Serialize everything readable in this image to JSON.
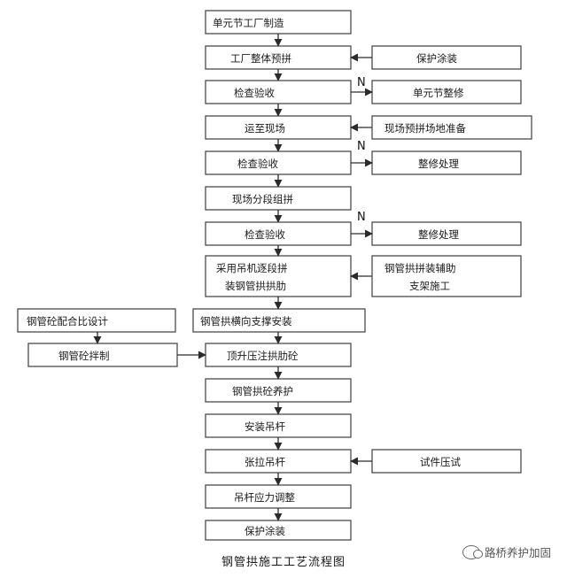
{
  "diagram": {
    "nodes": [
      {
        "id": "n1",
        "lines": [
          "单元节工厂制造"
        ]
      },
      {
        "id": "n2",
        "lines": [
          "工厂整体预拼"
        ]
      },
      {
        "id": "n3",
        "lines": [
          "检查验收"
        ]
      },
      {
        "id": "n4",
        "lines": [
          "运至现场"
        ]
      },
      {
        "id": "n5",
        "lines": [
          "检查验收"
        ]
      },
      {
        "id": "n6",
        "lines": [
          "现场分段组拼"
        ]
      },
      {
        "id": "n7",
        "lines": [
          "检查验收"
        ]
      },
      {
        "id": "n8",
        "lines": [
          "采用吊机逐段拼",
          "装钢管拱拱肋"
        ]
      },
      {
        "id": "n9",
        "lines": [
          "钢管拱横向支撑安装"
        ]
      },
      {
        "id": "n10",
        "lines": [
          "顶升压注拱肋砼"
        ]
      },
      {
        "id": "n11",
        "lines": [
          "钢管拱砼养护"
        ]
      },
      {
        "id": "n12",
        "lines": [
          "安装吊杆"
        ]
      },
      {
        "id": "n13",
        "lines": [
          "张拉吊杆"
        ]
      },
      {
        "id": "n14",
        "lines": [
          "吊杆应力调整"
        ]
      },
      {
        "id": "n15",
        "lines": [
          "保护涂装"
        ]
      },
      {
        "id": "s1",
        "lines": [
          "保护涂装"
        ]
      },
      {
        "id": "s2",
        "lines": [
          "单元节整修"
        ]
      },
      {
        "id": "s3",
        "lines": [
          "现场预拼场地准备"
        ]
      },
      {
        "id": "s4",
        "lines": [
          "整修处理"
        ]
      },
      {
        "id": "s5",
        "lines": [
          "整修处理"
        ]
      },
      {
        "id": "s6",
        "lines": [
          "钢管拱拼装辅助",
          "支架施工"
        ]
      },
      {
        "id": "s7",
        "lines": [
          "试件压试"
        ]
      },
      {
        "id": "l1",
        "lines": [
          "钢管砼配合比设计"
        ]
      },
      {
        "id": "l2",
        "lines": [
          "钢管砼拌制"
        ]
      }
    ],
    "edges": [
      {
        "from": "n1",
        "to": "n2"
      },
      {
        "from": "n2",
        "to": "n3"
      },
      {
        "from": "n3",
        "to": "n4"
      },
      {
        "from": "n4",
        "to": "n5"
      },
      {
        "from": "n5",
        "to": "n6"
      },
      {
        "from": "n6",
        "to": "n7"
      },
      {
        "from": "n7",
        "to": "n8"
      },
      {
        "from": "n8",
        "to": "n9"
      },
      {
        "from": "n9",
        "to": "n10"
      },
      {
        "from": "n10",
        "to": "n11"
      },
      {
        "from": "n11",
        "to": "n12"
      },
      {
        "from": "n12",
        "to": "n13"
      },
      {
        "from": "n13",
        "to": "n14"
      },
      {
        "from": "n14",
        "to": "n15"
      },
      {
        "from": "s1",
        "to": "n2"
      },
      {
        "from": "n3",
        "to": "s2",
        "label": "N"
      },
      {
        "from": "s3",
        "to": "n4"
      },
      {
        "from": "n5",
        "to": "s4",
        "label": "N"
      },
      {
        "from": "n7",
        "to": "s5",
        "label": "N"
      },
      {
        "from": "s6",
        "to": "n8"
      },
      {
        "from": "l1",
        "to": "l2"
      },
      {
        "from": "l2",
        "to": "n10"
      },
      {
        "from": "s7",
        "to": "n13"
      }
    ]
  },
  "caption": "钢管拱施工工艺流程图",
  "watermark": "路桥养护加固",
  "colors": {
    "line": "#2b2b2b",
    "box_border": "#4a4a4a",
    "background": "#ffffff"
  }
}
